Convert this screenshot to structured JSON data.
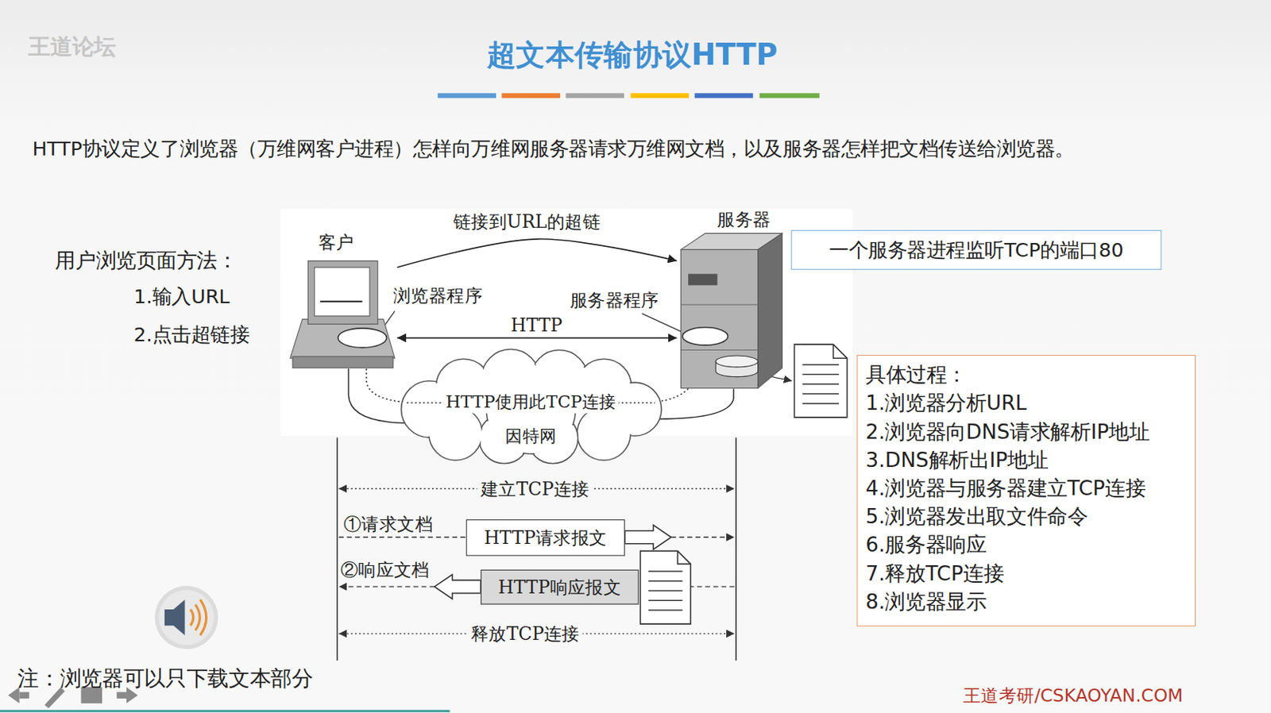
{
  "diagram": {
    "title": "超文本传输协议HTTP",
    "nodes": [
      {
        "text": [
          "客户"
        ]
      },
      {
        "text": [
          "服务器"
        ]
      },
      {
        "text": [
          "一个服务器进程监听TCP的端口80"
        ]
      },
      {
        "text": [
          "HTTP使用此TCP连接",
          "因特网"
        ]
      },
      {
        "text": [
          "具体过程：",
          "1.浏览器分析URL",
          "2.浏览器向DNS请求解析IP地址",
          "3.DNS解析出IP地址",
          "4.浏览器与服务器建立TCP连接",
          "5.浏览器发出取文件命令",
          "6.服务器响应",
          "7.释放TCP连接",
          "8.浏览器显示"
        ]
      },
      {
        "text": [
          "HTTP请求报文"
        ]
      },
      {
        "text": [
          "HTTP响应报文"
        ]
      }
    ],
    "edges": [
      {
        "from": 0,
        "to": 1,
        "label": "链接到URL的超链",
        "arrow": "to"
      },
      {
        "from": 0,
        "to": 1,
        "label": "HTTP",
        "arrow": "both"
      }
    ],
    "labels": [
      "HTTP协议定义了浏览器（万维网客户进程）怎样向万维网服务器请求万维网文档，以及服务器怎样把文档传送给浏览器。",
      "王道论坛",
      "用户浏览页面方法：",
      "1.输入URL",
      "2.点击超链接",
      "浏览器程序",
      "服务器程序",
      "建立TCP连接",
      "①请求文档",
      "②响应文档",
      "释放TCP连接",
      "注：浏览器可以只下载文本部分",
      "王道考研/CSKAOYAN.COM"
    ]
  }
}
